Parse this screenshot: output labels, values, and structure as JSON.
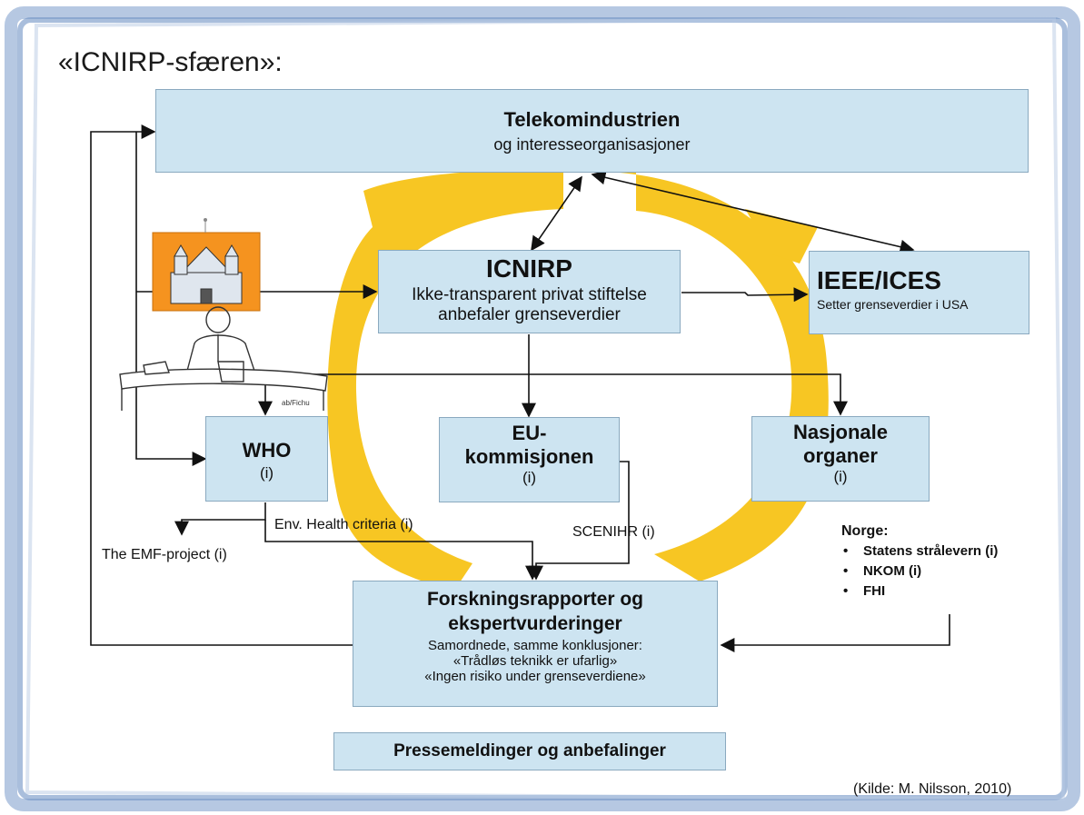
{
  "title": "«ICNIRP-sfæren»:",
  "nodes": {
    "telekom": {
      "title": "Telekomindustrien",
      "subtitle": "og interesseorganisasjoner"
    },
    "icnirp": {
      "title": "ICNIRP",
      "line1": "Ikke-transparent privat stiftelse",
      "line2": "anbefaler grenseverdier"
    },
    "ieee": {
      "title": "IEEE/ICES",
      "subtitle": "Setter grenseverdier i USA"
    },
    "who": {
      "title": "WHO",
      "sub": "(i)"
    },
    "eu": {
      "title_l1": "EU-",
      "title_l2": "kommisjonen",
      "sub": "(i)"
    },
    "nasjonale": {
      "title_l1": "Nasjonale",
      "title_l2": "organer",
      "sub": "(i)"
    },
    "forskning": {
      "title_l1": "Forskningsrapporter og",
      "title_l2": "ekspertvurderinger",
      "line1": "Samordnede, samme konklusjoner:",
      "line2": "«Trådløs teknikk er ufarlig»",
      "line3": "«Ingen risiko under grenseverdiene»"
    },
    "presse": {
      "title": "Pressemeldinger og anbefalinger"
    }
  },
  "labels": {
    "env": "Env. Health criteria (i)",
    "emf": "The EMF-project (i)",
    "scenihr": "SCENIHR (i)",
    "norge_title": "Norge:",
    "norge_items": [
      "Statens strålevern (i)",
      "NKOM (i)",
      "FHI"
    ],
    "source": "(Kilde: M. Nilsson, 2010)"
  },
  "colors": {
    "box_fill": "#cde4f1",
    "box_border": "#8aa9bf",
    "ring": "#f7c623",
    "frame": "#7f9fc8",
    "picture_bg": "#f5931f"
  }
}
